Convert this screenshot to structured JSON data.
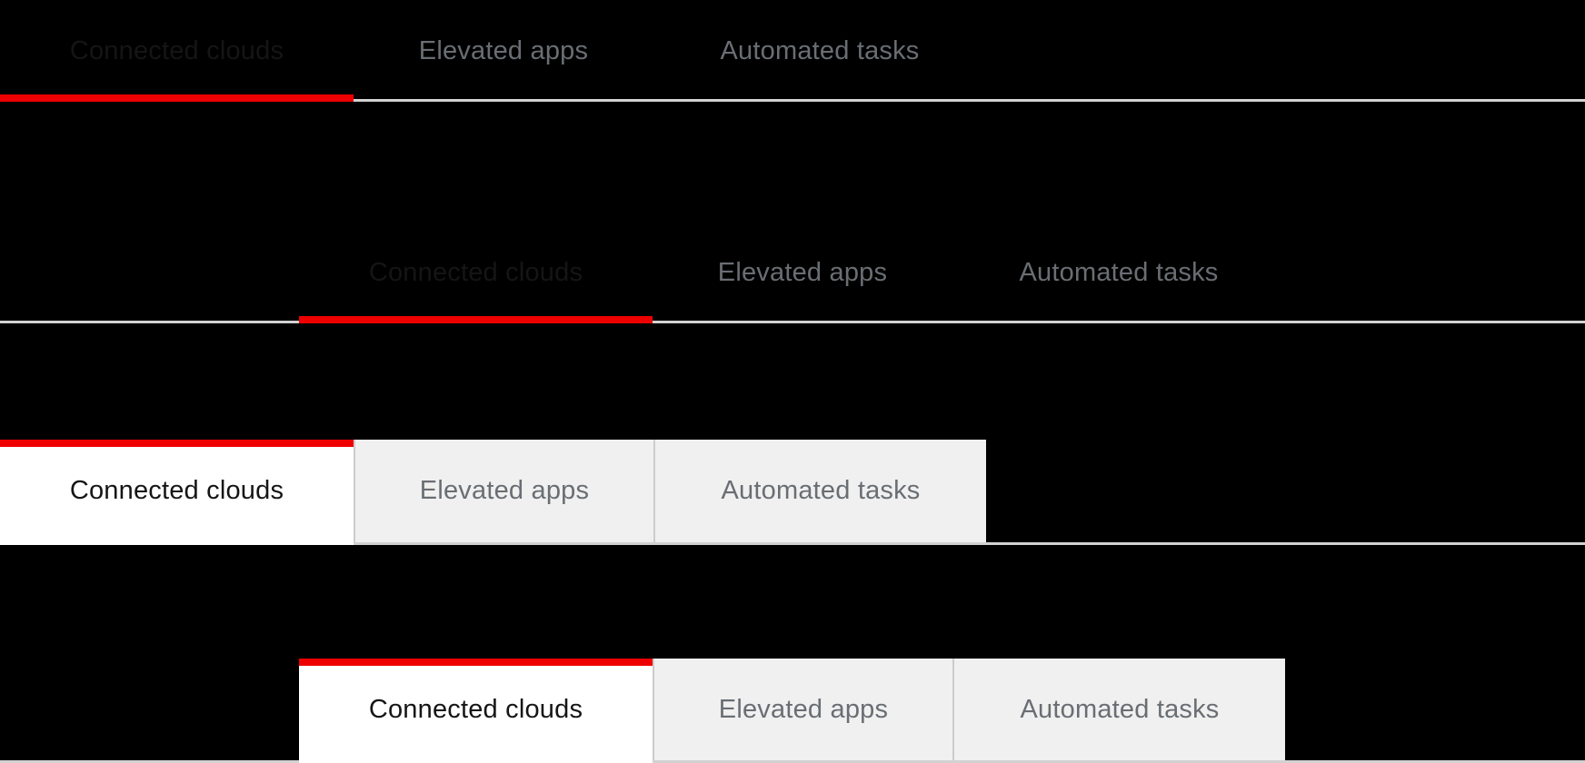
{
  "colors": {
    "background": "#000000",
    "accent_red": "#ee0000",
    "hairline": "#d2d2d2",
    "box_tab_background": "#f0f0f0",
    "box_tab_divider": "#cccccc",
    "active_tab_background": "#ffffff",
    "active_text": "#151515",
    "inactive_text": "#6a6e73"
  },
  "groups": [
    {
      "variant": "underline",
      "alignment": "left",
      "tabs": [
        {
          "label": "Connected clouds",
          "active": true
        },
        {
          "label": "Elevated apps",
          "active": false
        },
        {
          "label": "Automated tasks",
          "active": false
        }
      ]
    },
    {
      "variant": "underline",
      "alignment": "inset",
      "tabs": [
        {
          "label": "Connected clouds",
          "active": true
        },
        {
          "label": "Elevated apps",
          "active": false
        },
        {
          "label": "Automated tasks",
          "active": false
        }
      ]
    },
    {
      "variant": "box",
      "alignment": "left",
      "tabs": [
        {
          "label": "Connected clouds",
          "active": true
        },
        {
          "label": "Elevated apps",
          "active": false
        },
        {
          "label": "Automated tasks",
          "active": false
        }
      ]
    },
    {
      "variant": "box",
      "alignment": "inset",
      "tabs": [
        {
          "label": "Connected clouds",
          "active": true
        },
        {
          "label": "Elevated apps",
          "active": false
        },
        {
          "label": "Automated tasks",
          "active": false
        }
      ]
    }
  ]
}
